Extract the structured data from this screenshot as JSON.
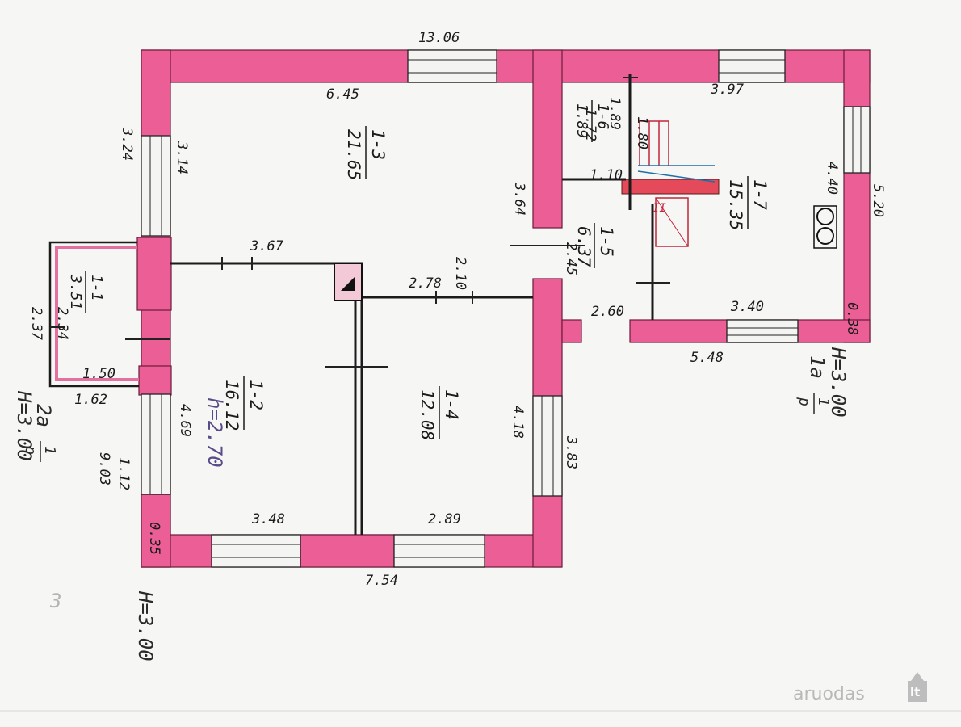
{
  "plan": {
    "dimensions": {
      "top_total": "13.06",
      "room_1_3_width": "6.45",
      "room_1_7_width": "3.97",
      "left_3_24": "3.24",
      "left_3_14": "3.14",
      "wall_3_64": "3.64",
      "wall_1_10": "1.10",
      "right_4_40": "4.40",
      "right_5_20": "5.20",
      "partition_3_67": "3.67",
      "partition_2_78": "2.78",
      "partition_2_10": "2.10",
      "corridor_2_45": "2.45",
      "corridor_2_60": "2.60",
      "room_1_7_3_40": "3.40",
      "right_0_38": "0.38",
      "bottom_right_5_48": "5.48",
      "room_1_6_1_89": "1.89",
      "room_1_6_1_72": "1.72",
      "room_1_6_1_80": "1.80",
      "vestibule_2_34": "2.34",
      "vestibule_2_37": "2.37",
      "vestibule_1_50": "1.50",
      "vestibule_1_62": "1.62",
      "left_4_69": "4.69",
      "left_9_03": "9.03",
      "left_1_12": "1.12",
      "room_1_4_4_18": "4.18",
      "right_3_83": "3.83",
      "bottom_3_48": "3.48",
      "bottom_2_89": "2.89",
      "bottom_total": "7.54",
      "corner_0_35": "0.35"
    },
    "rooms": [
      {
        "id": "1-3",
        "area": "21.65"
      },
      {
        "id": "1-7",
        "area": "15.35"
      },
      {
        "id": "1-6",
        "area": "1.89"
      },
      {
        "id": "1-5",
        "area": "6.37"
      },
      {
        "id": "1-1",
        "area": "3.51"
      },
      {
        "id": "1-2",
        "area": "16.12"
      },
      {
        "id": "1-4",
        "area": "12.08"
      }
    ],
    "ceiling_height": "h=2.70",
    "annotations": {
      "building_right": "1a",
      "building_right_fraction_top": "1",
      "building_right_fraction_bottom": "p",
      "height_right": "H=3.00",
      "building_left": "2a",
      "building_left_fraction_top": "1",
      "building_left_fraction_bottom": "p",
      "height_left": "H=3.00",
      "height_bottom": "H=3.00",
      "stray_mark": "3",
      "stove_mark": "II"
    },
    "watermark": {
      "text": "aruodas",
      "suffix": "lt"
    }
  }
}
